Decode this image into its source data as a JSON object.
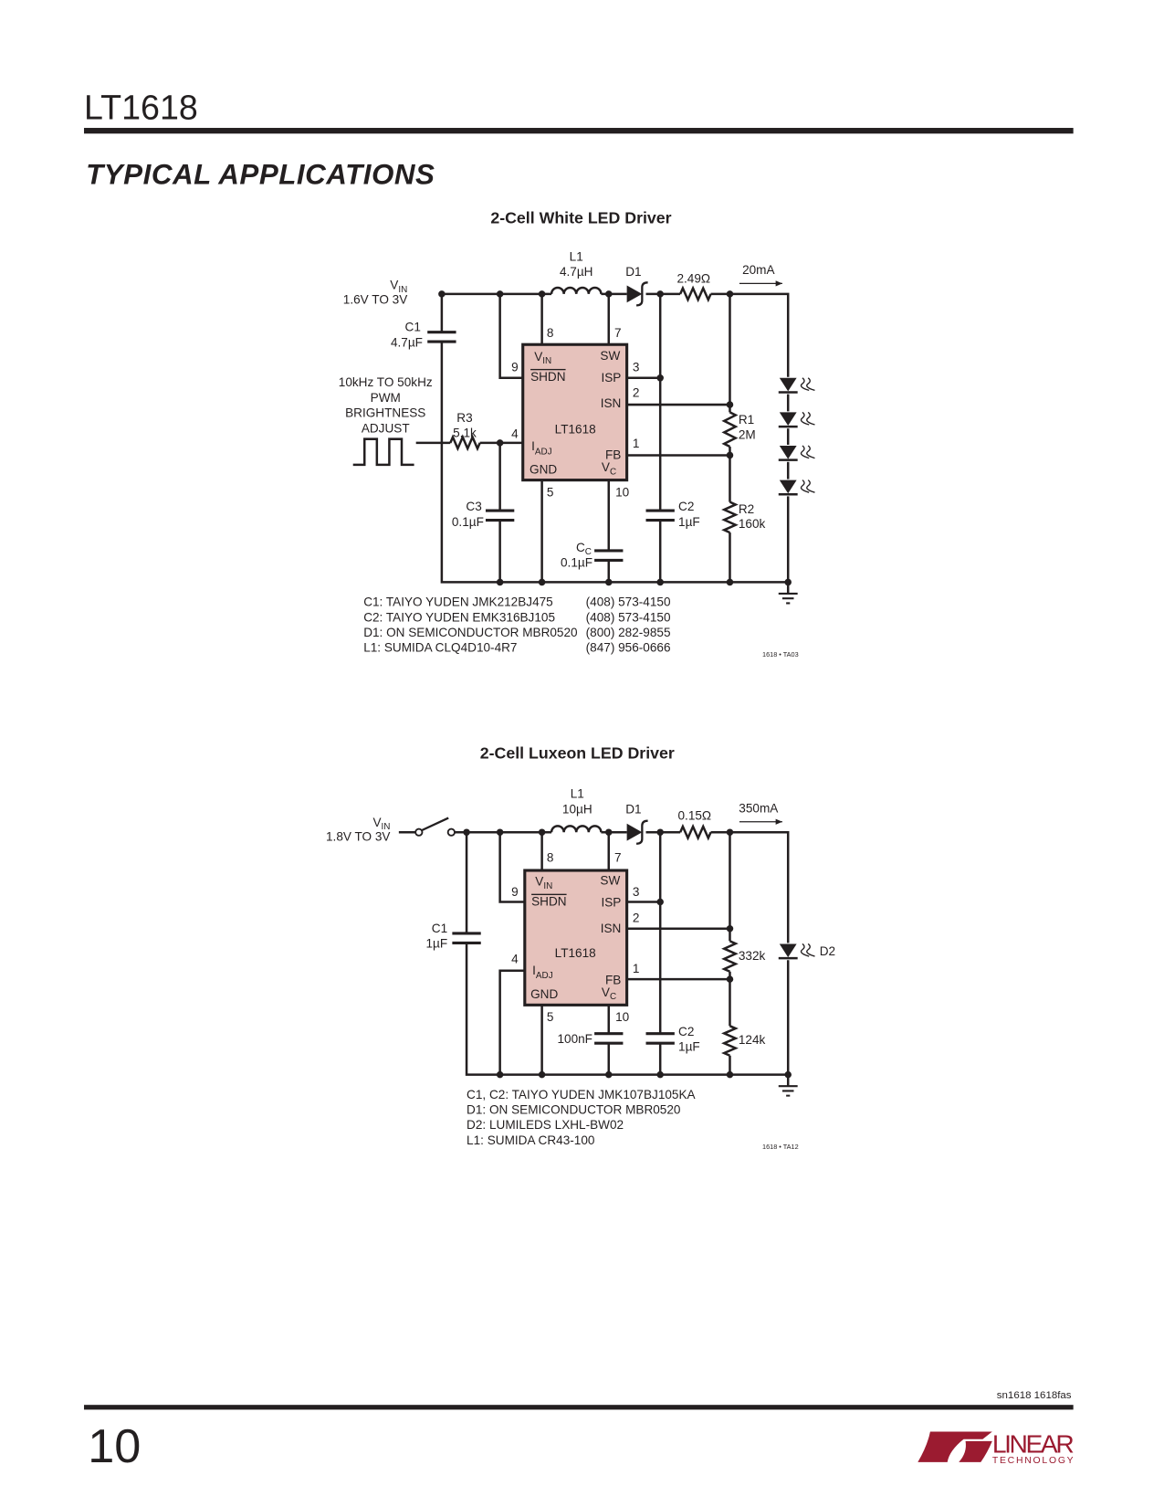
{
  "header": {
    "part_number": "LT1618",
    "section_title": "TYPICAL APPLICATIONS"
  },
  "circuit1": {
    "title": "2-Cell White LED Driver",
    "vin": "V",
    "vin_sub": "IN",
    "vin_range": "1.6V TO 3V",
    "l1": "L1",
    "l1_value": "4.7µH",
    "d1": "D1",
    "rsense": "2.49Ω",
    "current": "20mA",
    "c1": "C1",
    "c1_value": "4.7µF",
    "pwm": [
      "10kHz TO 50kHz",
      "PWM",
      "BRIGHTNESS",
      "ADJUST"
    ],
    "r3": "R3",
    "r3_value": "5.1k",
    "c3": "C3",
    "c3_value": "0.1µF",
    "cc": "C",
    "cc_sub": "C",
    "cc_value": "0.1µF",
    "c2": "C2",
    "c2_value": "1µF",
    "r1": "R1",
    "r1_value": "2M",
    "r2": "R2",
    "r2_value": "160k",
    "ic": {
      "name": "LT1618",
      "vin": "V",
      "vin_sub": "IN",
      "shdn": "SHDN",
      "iadj": "I",
      "iadj_sub": "ADJ",
      "gnd": "GND",
      "sw": "SW",
      "isp": "ISP",
      "isn": "ISN",
      "fb": "FB",
      "vc": "V",
      "vc_sub": "C"
    },
    "pins": {
      "p8": "8",
      "p7": "7",
      "p9": "9",
      "p4": "4",
      "p3": "3",
      "p2": "2",
      "p1": "1",
      "p5": "5",
      "p10": "10"
    },
    "parts": [
      {
        "part": "C1: TAIYO YUDEN JMK212BJ475",
        "phone": "(408) 573-4150"
      },
      {
        "part": "C2: TAIYO YUDEN EMK316BJ105",
        "phone": "(408) 573-4150"
      },
      {
        "part": "D1: ON SEMICONDUCTOR MBR0520",
        "phone": "(800) 282-9855"
      },
      {
        "part": "L1: SUMIDA CLQ4D10-4R7",
        "phone": "(847) 956-0666"
      }
    ],
    "figure_id": "1618 • TA03"
  },
  "circuit2": {
    "title": "2-Cell Luxeon LED Driver",
    "vin": "V",
    "vin_sub": "IN",
    "vin_range": "1.8V TO 3V",
    "l1": "L1",
    "l1_value": "10µH",
    "d1": "D1",
    "rsense": "0.15Ω",
    "current": "350mA",
    "c1": "C1",
    "c1_value": "1µF",
    "cc_value": "100nF",
    "c2": "C2",
    "c2_value": "1µF",
    "r_top": "332k",
    "r_bottom": "124k",
    "d2": "D2",
    "ic": {
      "name": "LT1618",
      "vin": "V",
      "vin_sub": "IN",
      "shdn": "SHDN",
      "iadj": "I",
      "iadj_sub": "ADJ",
      "gnd": "GND",
      "sw": "SW",
      "isp": "ISP",
      "isn": "ISN",
      "fb": "FB",
      "vc": "V",
      "vc_sub": "C"
    },
    "pins": {
      "p8": "8",
      "p7": "7",
      "p9": "9",
      "p4": "4",
      "p3": "3",
      "p2": "2",
      "p1": "1",
      "p5": "5",
      "p10": "10"
    },
    "parts": [
      "C1, C2: TAIYO YUDEN JMK107BJ105KA",
      "D1: ON SEMICONDUCTOR MBR0520",
      "D2: LUMILEDS LXHL-BW02",
      "L1: SUMIDA CR43-100"
    ],
    "figure_id": "1618 • TA12"
  },
  "footer": {
    "doc_code": "sn1618 1618fas",
    "page_number": "10",
    "logo_top": "LINEAR",
    "logo_bottom": "TECHNOLOGY"
  },
  "colors": {
    "ic_fill": "#e6c2bc",
    "logo": "#9b1b30",
    "ink": "#231f20"
  }
}
